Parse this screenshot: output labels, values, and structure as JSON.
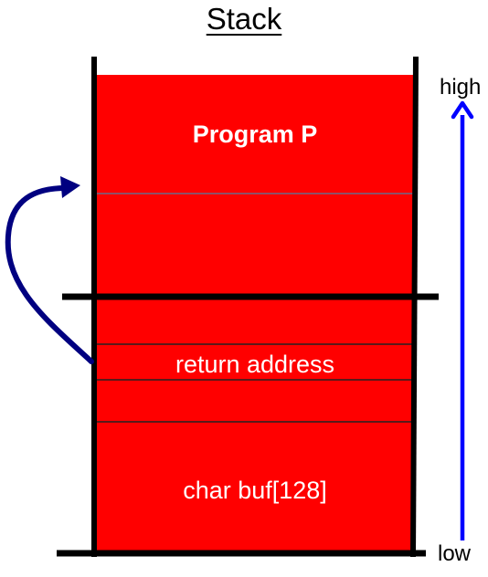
{
  "title": "Stack",
  "frames": {
    "program_label": "Program P",
    "return_label": "return address",
    "buffer_label": "char buf[128]"
  },
  "axis": {
    "high_label": "high",
    "low_label": "low"
  },
  "colors": {
    "stack_fill": "#ff0000",
    "wall": "#000000",
    "growth_arrow": "#0000ff",
    "jump_arrow": "#000080",
    "frame_label": "#ffffff"
  },
  "icons": {
    "growth_arrow": "up-arrow-icon",
    "jump_arrow": "curved-arrow-icon"
  }
}
